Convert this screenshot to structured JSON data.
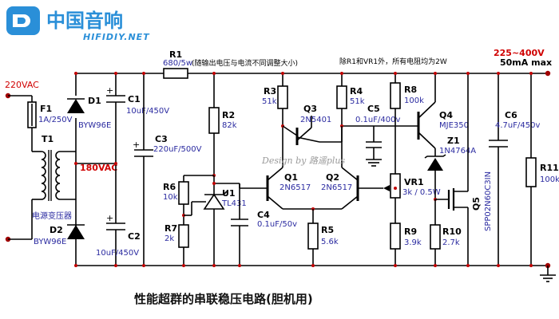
{
  "logo": {
    "cn": "中国音响",
    "en": "HIFIDIY.NET"
  },
  "watermark": "Design by 路遥plus",
  "input": {
    "mains": "220VAC",
    "secondary": "180VAC"
  },
  "output": {
    "voltage": "225~400V",
    "current": "50mA max"
  },
  "notes": {
    "r1": "(随输出电压与电流不同调整大小)",
    "resistors": "除R1和VR1外，所有电阻均为2W"
  },
  "transformer": {
    "ref": "T1",
    "label": "电源变压器"
  },
  "components": {
    "F1": {
      "ref": "F1",
      "value": "1A/250V"
    },
    "D1": {
      "ref": "D1",
      "value": "BYW96E"
    },
    "D2": {
      "ref": "D2",
      "value": "BYW96E"
    },
    "C1": {
      "ref": "C1",
      "value": "10uF/450V"
    },
    "C2": {
      "ref": "C2",
      "value": "10uF/450V"
    },
    "C3": {
      "ref": "C3",
      "value": "220uF/500V"
    },
    "R1": {
      "ref": "R1",
      "value": "680/5w"
    },
    "R2": {
      "ref": "R2",
      "value": "82k"
    },
    "R3": {
      "ref": "R3",
      "value": "51k"
    },
    "R4": {
      "ref": "R4",
      "value": "51k"
    },
    "R5": {
      "ref": "R5",
      "value": "5.6k"
    },
    "R6": {
      "ref": "R6",
      "value": "10k"
    },
    "R7": {
      "ref": "R7",
      "value": "2k"
    },
    "R8": {
      "ref": "R8",
      "value": "100k"
    },
    "R9": {
      "ref": "R9",
      "value": "3.9k"
    },
    "R10": {
      "ref": "R10",
      "value": "2.7k"
    },
    "R11": {
      "ref": "R11",
      "value": "100k"
    },
    "U1": {
      "ref": "U1",
      "value": "TL431"
    },
    "C4": {
      "ref": "C4",
      "value": "0.1uF/50v"
    },
    "C5": {
      "ref": "C5",
      "value": "0.1uF/400v"
    },
    "C6": {
      "ref": "C6",
      "value": "4.7uF/450v"
    },
    "Q1": {
      "ref": "Q1",
      "value": "2N6517"
    },
    "Q2": {
      "ref": "Q2",
      "value": "2N6517"
    },
    "Q3": {
      "ref": "Q3",
      "value": "2N5401"
    },
    "Q4": {
      "ref": "Q4",
      "value": "MJE350"
    },
    "Q5": {
      "ref": "Q5",
      "value": "SPP02N60C3IN"
    },
    "Z1": {
      "ref": "Z1",
      "value": "1N4764A"
    },
    "VR1": {
      "ref": "VR1",
      "value": "3k / 0.5W"
    }
  },
  "caption": "性能超群的串联稳压电路(胆机用)"
}
